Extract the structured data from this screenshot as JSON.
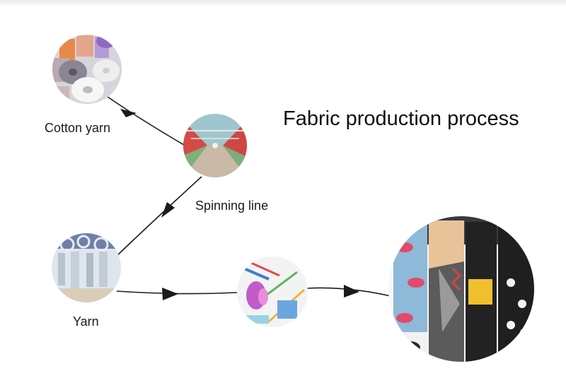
{
  "title": "Fabric production process",
  "stages": [
    {
      "id": "cotton-yarn",
      "label": "Cotton yarn"
    },
    {
      "id": "spinning-line",
      "label": "Spinning line"
    },
    {
      "id": "yarn",
      "label": "Yarn"
    },
    {
      "id": "dyeing",
      "label": ""
    },
    {
      "id": "socks",
      "label": ""
    }
  ]
}
